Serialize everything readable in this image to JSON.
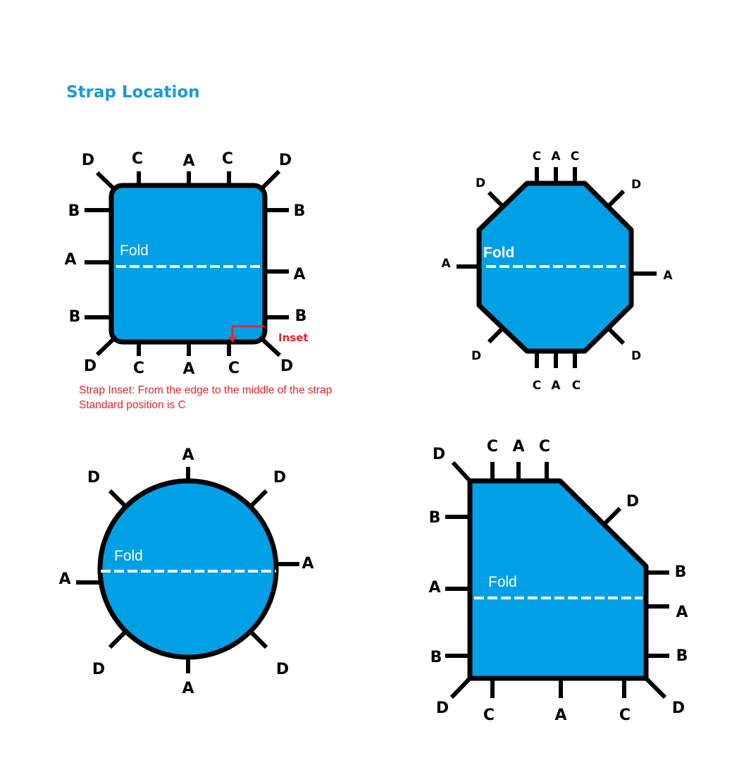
{
  "title": "Strap Location",
  "colors": {
    "fill": "#00a0e6",
    "title": "#1a9ad6",
    "inset": "#e0262c"
  },
  "square": {
    "fold": "Fold",
    "inset_label": "Inset",
    "labels": [
      "D",
      "C",
      "A",
      "C",
      "D",
      "B",
      "A",
      "B",
      "B",
      "A",
      "B",
      "D",
      "C",
      "A",
      "C",
      "D"
    ],
    "note_1": "Strap Inset: From the edge to the middle of the strap",
    "note_2": "Standard position is C"
  },
  "octagon": {
    "fold": "Fold",
    "labels": [
      "C",
      "A",
      "C",
      "D",
      "D",
      "A",
      "A",
      "D",
      "D",
      "C",
      "A",
      "C"
    ]
  },
  "circle": {
    "fold": "Fold",
    "labels": [
      "A",
      "D",
      "D",
      "A",
      "A",
      "D",
      "D",
      "A"
    ]
  },
  "corner_cut": {
    "fold": "Fold",
    "labels": [
      "D",
      "C",
      "A",
      "C",
      "D",
      "B",
      "A",
      "B",
      "B",
      "A",
      "B",
      "D",
      "C",
      "A",
      "C",
      "D"
    ]
  }
}
